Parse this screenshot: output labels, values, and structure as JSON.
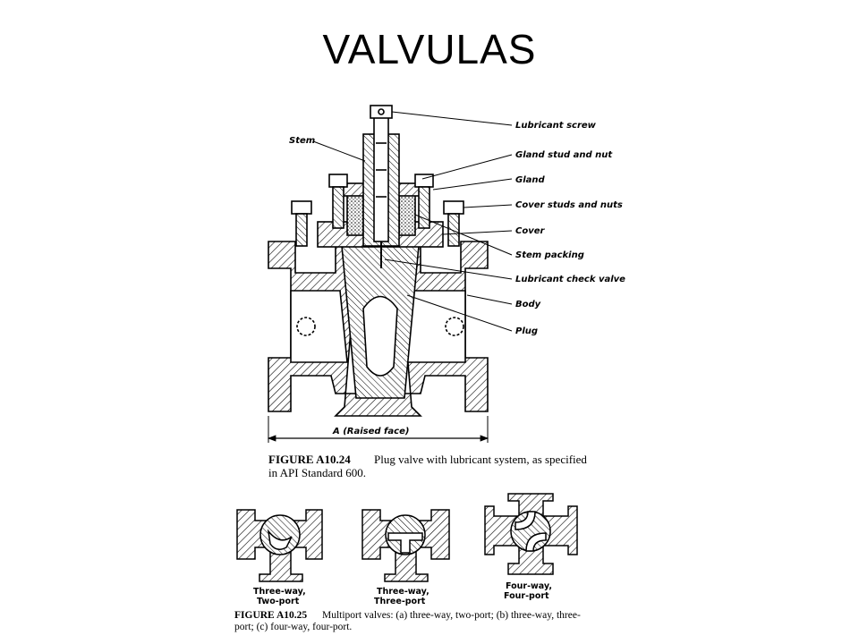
{
  "slide": {
    "title": "VALVULAS"
  },
  "figure1": {
    "labels": {
      "stem": "Stem",
      "lubricant_screw": "Lubricant screw",
      "gland_stud": "Gland stud and nut",
      "gland": "Gland",
      "cover_studs": "Cover studs and nuts",
      "cover": "Cover",
      "stem_packing": "Stem packing",
      "check_valve": "Lubricant check valve",
      "body": "Body",
      "plug": "Plug",
      "raised_face": "A (Raised face)"
    },
    "caption_id": "FIGURE A10.24",
    "caption_line1": "Plug valve with lubricant system, as specified",
    "caption_line2": "in API Standard 600."
  },
  "figure2": {
    "valves": [
      {
        "line1": "Three-way,",
        "line2": "Two-port"
      },
      {
        "line1": "Three-way,",
        "line2": "Three-port"
      },
      {
        "line1": "Four-way,",
        "line2": "Four-port"
      }
    ],
    "caption_id": "FIGURE A10.25",
    "caption_line1": "Multiport valves: (a) three-way, two-port; (b) three-way, three-",
    "caption_line2": "port; (c) four-way, four-port."
  }
}
